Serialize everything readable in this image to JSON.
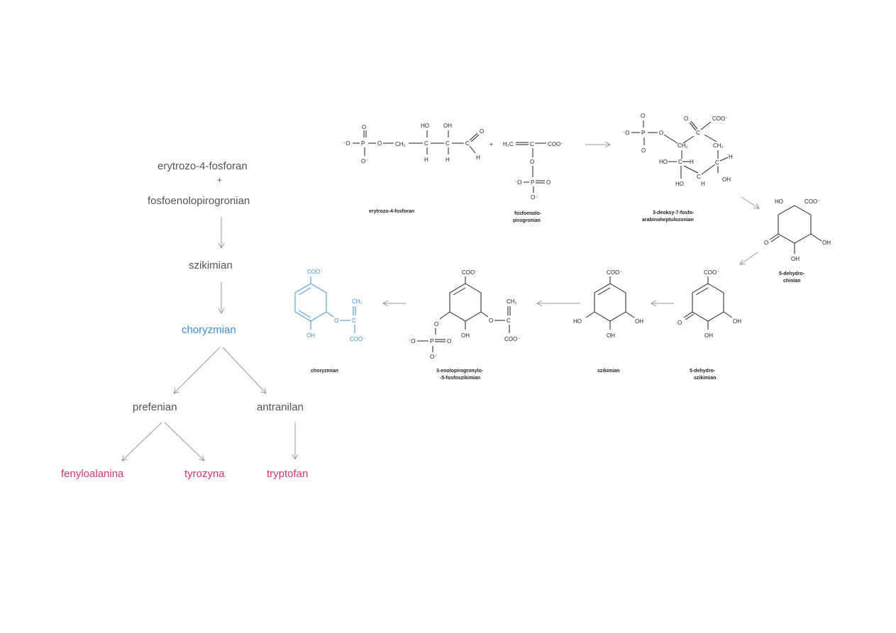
{
  "flow": {
    "n1": "erytrozo-4-fosforan",
    "n1_plus": "+",
    "n2": "fosfoenolopirogronian",
    "n3": "szikimian",
    "n4": "choryzmian",
    "n5": "prefenian",
    "n6": "antranilan",
    "n7": "fenyloalanina",
    "n8": "tyrozyna",
    "n9": "tryptofan"
  },
  "structures": {
    "s1": "erytrozo-4-fosforan",
    "s2a": "fosfoenolo-",
    "s2b": "pirogronian",
    "s3a": "3-deoksy-7-fosfo-",
    "s3b": "arabinoheptulozonian",
    "s4a": "5-dehydro-",
    "s4b": "chinian",
    "s5a": "5-dehydro-",
    "s5b": "szikimian",
    "s6": "szikimian",
    "s7a": "3-enolopirogronylo-",
    "s7b": "-5-fosfoszikimian",
    "s8": "choryzmian"
  },
  "colors": {
    "gray": "#555555",
    "blue": "#3d8fd6",
    "pink": "#d6337a"
  }
}
